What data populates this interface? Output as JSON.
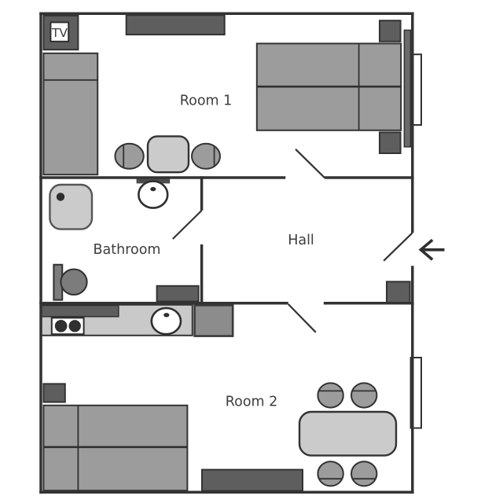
{
  "floorplan": {
    "labels": {
      "room1": "Room 1",
      "bathroom": "Bathroom",
      "hall": "Hall",
      "room2": "Room 2",
      "tv": "TV"
    },
    "colors": {
      "background": "#ffffff",
      "wall": "#333333",
      "dark_furniture": "#5e5e5e",
      "mid_furniture": "#9c9c9c",
      "light_furniture": "#cbcbcb",
      "appliance": "#8c8c8c",
      "fixture": "#7c7c7c",
      "text": "#3d3d3d"
    },
    "entrance": {
      "arrow_direction": "left"
    },
    "rooms": [
      {
        "name": "Room 1",
        "furniture": [
          "tv-cabinet",
          "wall-shelf",
          "single-bed",
          "round-table",
          "chair",
          "chair",
          "double-bed",
          "nightstand",
          "nightstand",
          "radiator",
          "window"
        ]
      },
      {
        "name": "Bathroom",
        "furniture": [
          "shower",
          "washbasin",
          "toilet",
          "cabinet"
        ]
      },
      {
        "name": "Hall",
        "furniture": [
          "cabinet",
          "entrance-door",
          "entrance-arrow"
        ]
      },
      {
        "name": "Room 2",
        "furniture": [
          "kitchen-counter",
          "stove",
          "kitchen-sink",
          "refrigerator",
          "nightstand",
          "double-bed",
          "dresser",
          "dining-table",
          "chair",
          "chair",
          "chair",
          "chair",
          "window"
        ]
      }
    ]
  }
}
